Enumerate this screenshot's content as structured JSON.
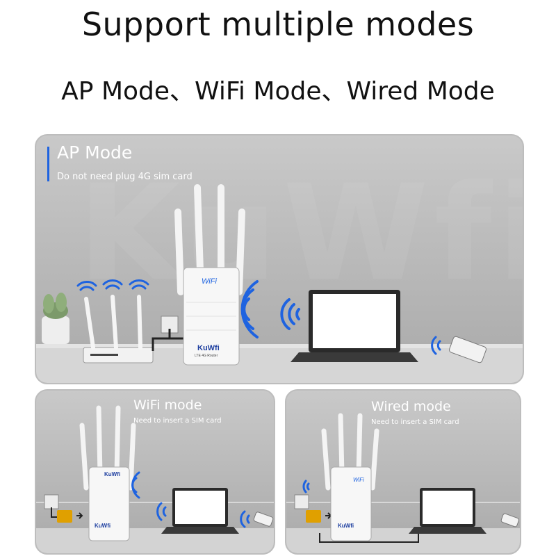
{
  "headline": "Support multiple modes",
  "subheadline": "AP Mode、WiFi Mode、Wired Mode",
  "watermark": "KuWfi",
  "ap_panel": {
    "title": "AP Mode",
    "subtitle": "Do not need plug 4G sim card"
  },
  "wifi_panel": {
    "title": "WiFi mode",
    "subtitle": "Need to insert a SIM card"
  },
  "wired_panel": {
    "title": "Wired mode",
    "subtitle": "Need to insert a SIM card"
  },
  "router": {
    "brand": "KuWfi",
    "model": "LTE 4G Router",
    "wifi_label": "WiFi"
  },
  "colors": {
    "accent": "#1e63e0",
    "signal": "#1e63e0",
    "panel_bg": "#b9b9b9",
    "cable": "#222222",
    "sim": "#e0a000"
  },
  "icons": [
    "router-icon",
    "laptop-icon",
    "phone-icon",
    "wifi-signal-icon",
    "sim-card-icon",
    "plant-icon",
    "wall-socket-icon"
  ]
}
